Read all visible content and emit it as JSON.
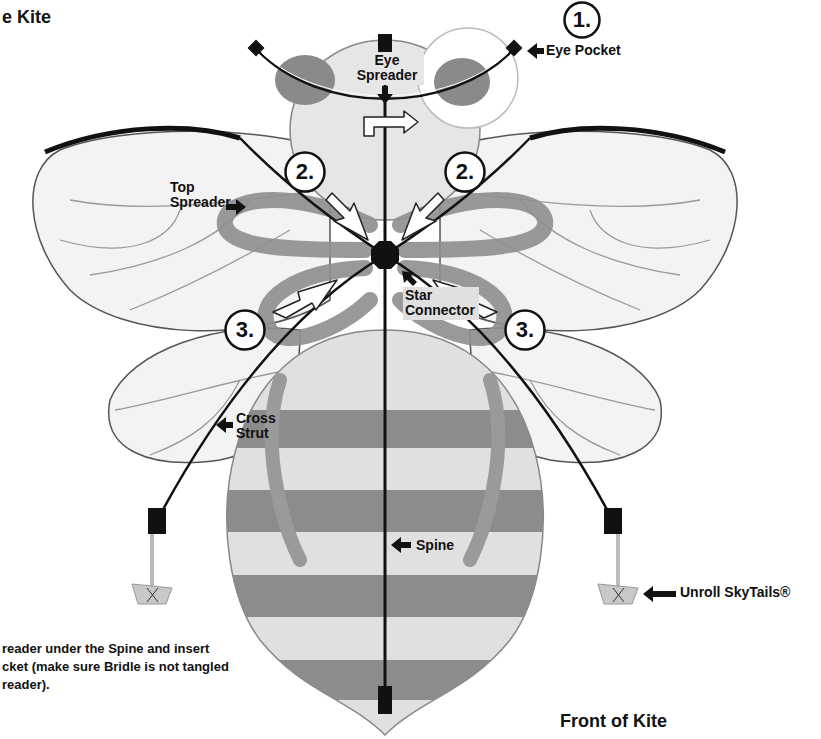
{
  "diagram": {
    "nodes": [
      {
        "text": [
          "1."
        ]
      },
      {
        "text": [
          "2."
        ]
      },
      {
        "text": [
          "2."
        ]
      },
      {
        "text": [
          "3."
        ]
      },
      {
        "text": [
          "3."
        ]
      }
    ],
    "labels": [
      "e Kite",
      "Eye Spreader",
      "Eye Pocket",
      "Top Spreader",
      "Star Connector",
      "Cross Strut",
      "Spine",
      "Unroll SkyTails®",
      "reader under the Spine and insert",
      "cket (make sure Bridle is not tangled",
      "reader).",
      "Front of Kite"
    ]
  }
}
